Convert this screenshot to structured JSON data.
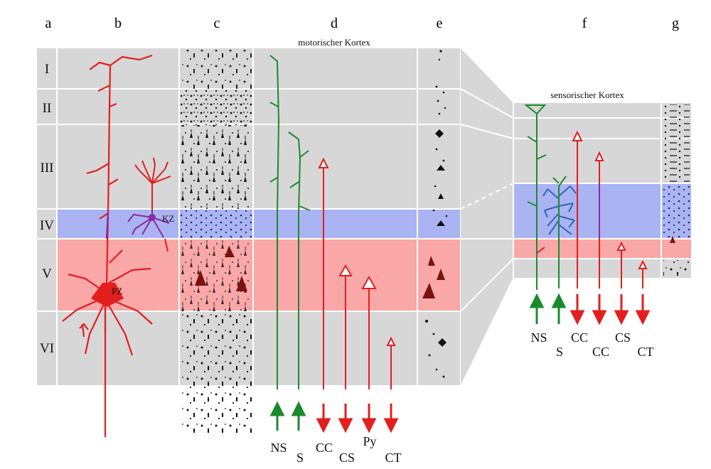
{
  "panel_letters": [
    "a",
    "b",
    "c",
    "d",
    "e",
    "f",
    "g"
  ],
  "layers": [
    "I",
    "II",
    "III",
    "IV",
    "V",
    "VI"
  ],
  "region_motor": "motorischer Kortex",
  "region_sensory": "sensorischer Kortex",
  "cell_labels": {
    "pyramidal": "PZ",
    "stellate": "KZ"
  },
  "motor_projections": [
    {
      "label": "NS",
      "direction": "afferent"
    },
    {
      "label": "S",
      "direction": "afferent"
    },
    {
      "label": "CC",
      "direction": "efferent"
    },
    {
      "label": "CS",
      "direction": "efferent"
    },
    {
      "label": "Py",
      "direction": "efferent"
    },
    {
      "label": "CT",
      "direction": "efferent"
    }
  ],
  "sensory_projections": [
    {
      "label": "NS",
      "direction": "afferent"
    },
    {
      "label": "S",
      "direction": "afferent"
    },
    {
      "label": "CC",
      "direction": "efferent"
    },
    {
      "label": "CC",
      "direction": "efferent"
    },
    {
      "label": "CS",
      "direction": "efferent"
    },
    {
      "label": "CT",
      "direction": "efferent"
    }
  ],
  "colors": {
    "grey": "#d7d7d7",
    "layer_iv": "#aab4f2",
    "layer_v": "#f9a7a7",
    "red": "#e31e1e",
    "green": "#1b8a2e",
    "blue": "#2f63b8",
    "purple": "#8a2aa0"
  }
}
